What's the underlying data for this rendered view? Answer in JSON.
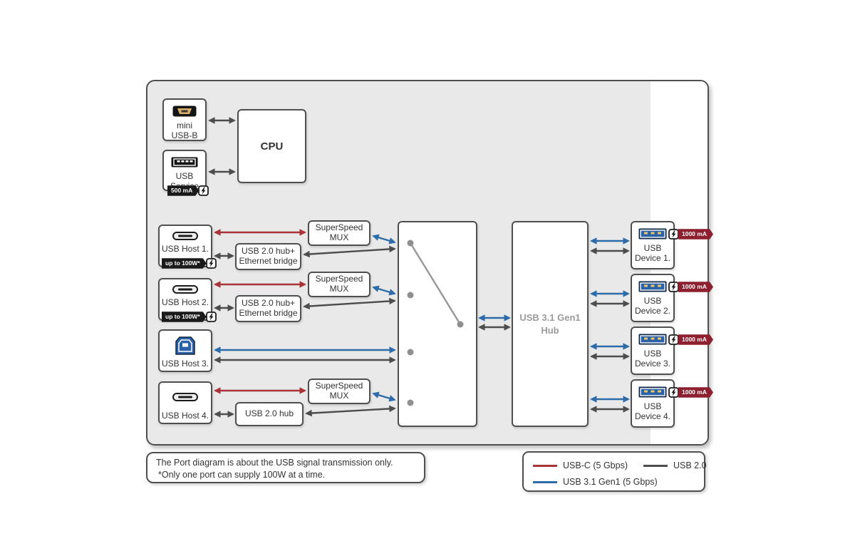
{
  "colors": {
    "usb_c_red": "#a8343a",
    "usb_2_gray": "#4d4d4d",
    "usb_31_blue": "#2d6ca8",
    "device_badge_red": "#8e1f2f",
    "host_badge_black": "#1a1a1a"
  },
  "cpu": {
    "label": "CPU"
  },
  "ports": {
    "mini_usb": {
      "label": "mini\nUSB-B"
    },
    "service": {
      "label": "USB\nService",
      "badge": "500 mA"
    }
  },
  "hosts": [
    {
      "label": "USB Host 1.",
      "badge": "up to 100W*"
    },
    {
      "label": "USB Host 2.",
      "badge": "up to 100W*"
    },
    {
      "label": "USB Host 3."
    },
    {
      "label": "USB Host 4."
    }
  ],
  "components": {
    "superspeed_mux": "SuperSpeed\nMUX",
    "usb2_hub_ethernet": "USB 2.0 hub+\nEthernet bridge",
    "usb2_hub": "USB 2.0 hub",
    "gen1_hub": "USB 3.1 Gen1\nHub"
  },
  "devices": [
    {
      "label": "USB\nDevice 1.",
      "badge": "1000 mA"
    },
    {
      "label": "USB\nDevice 2.",
      "badge": "1000 mA"
    },
    {
      "label": "USB\nDevice 3.",
      "badge": "1000 mA"
    },
    {
      "label": "USB\nDevice 4.",
      "badge": "1000 mA"
    }
  ],
  "notes": {
    "line1": "The Port diagram is about the USB signal transmission only.",
    "line2": "*Only one port can supply 100W at a time."
  },
  "legend": {
    "items": [
      {
        "label": "USB-C (5 Gbps)",
        "color": "#a8343a"
      },
      {
        "label": "USB 2.0",
        "color": "#4d4d4d"
      },
      {
        "label": "USB 3.1 Gen1 (5 Gbps)",
        "color": "#2d6ca8"
      }
    ]
  }
}
